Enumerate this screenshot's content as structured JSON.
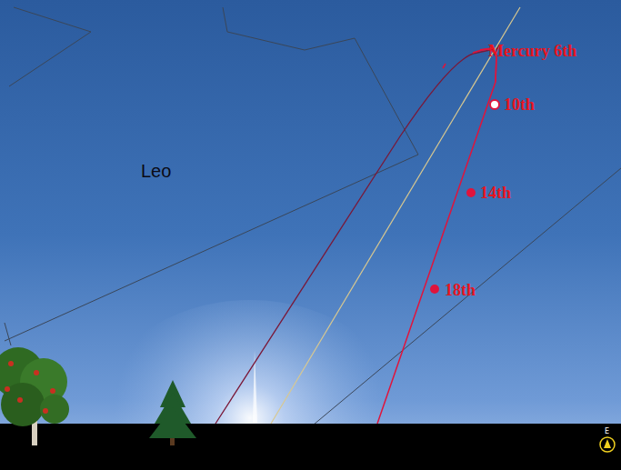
{
  "diagram": {
    "labels": [
      "Leo",
      "Mercury 6th",
      "10th",
      "14th",
      "18th",
      "E"
    ]
  }
}
